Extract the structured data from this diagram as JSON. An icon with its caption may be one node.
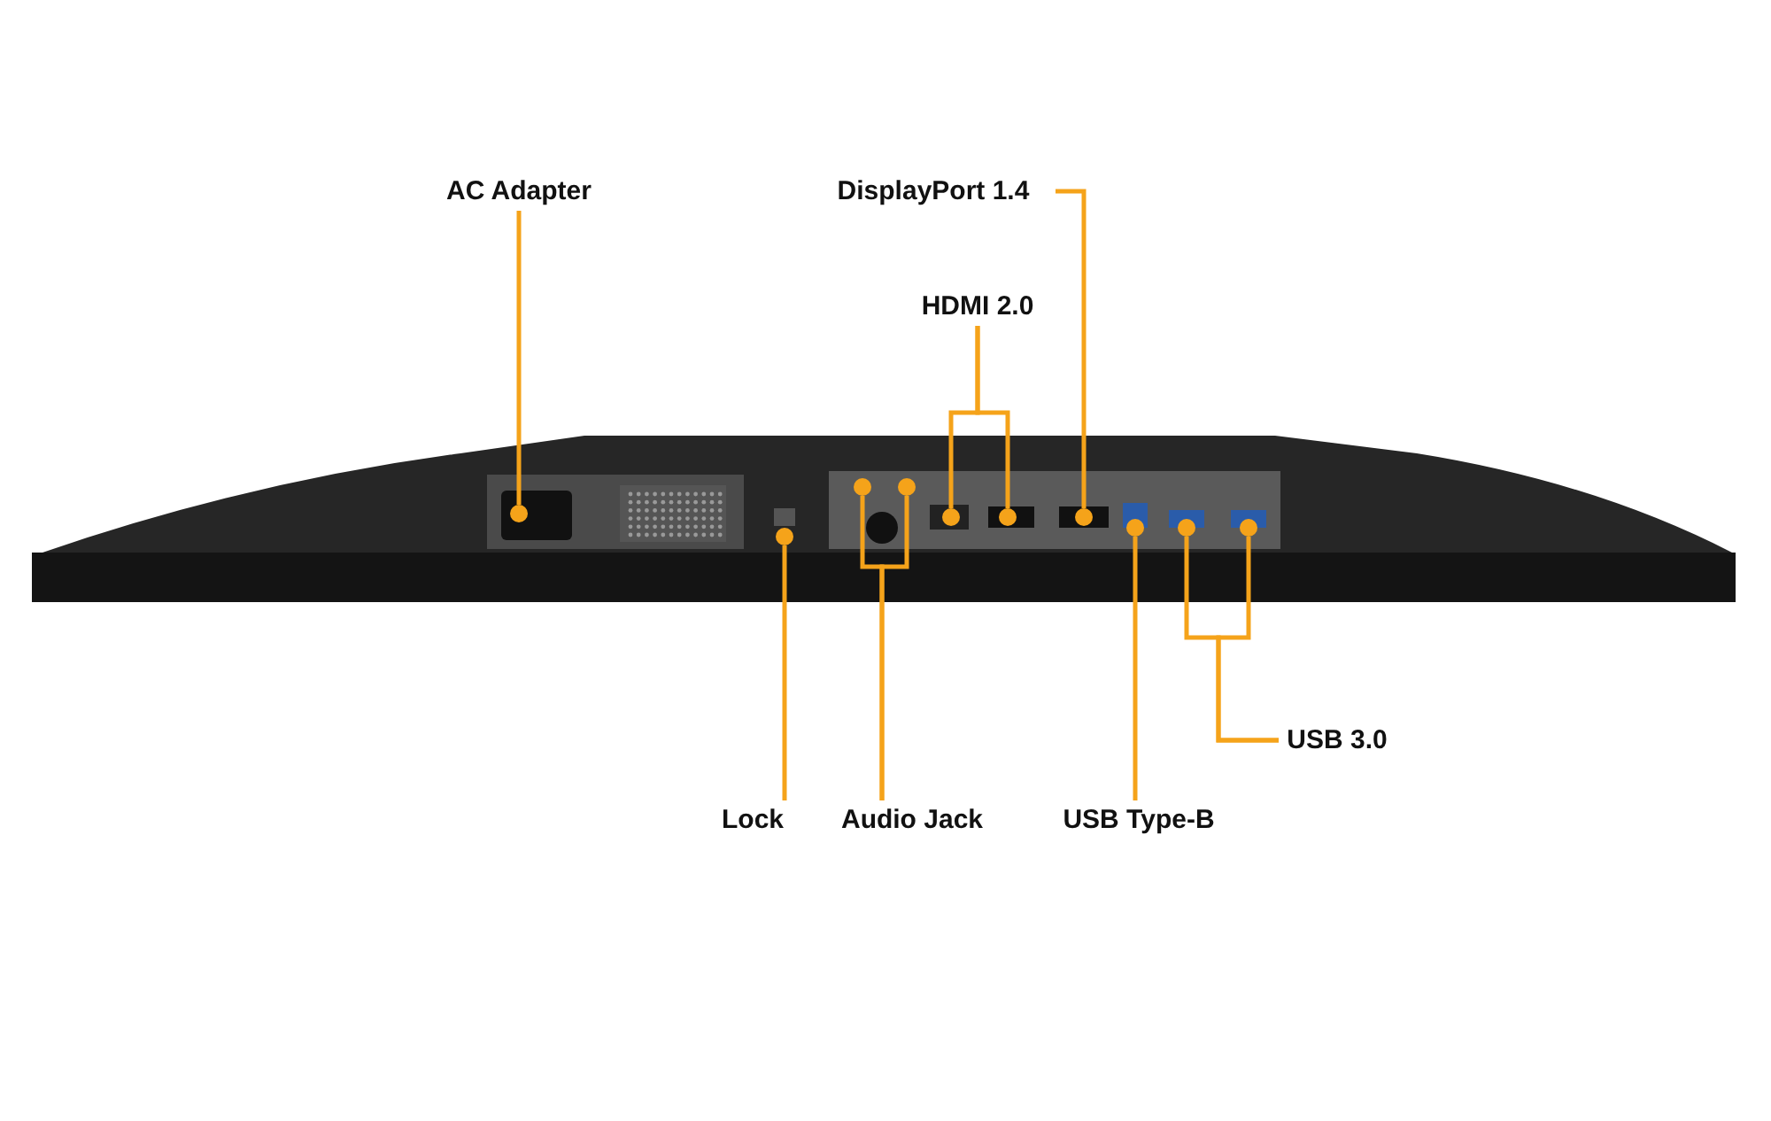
{
  "diagram": {
    "nodes": [
      {
        "text": [
          "AC Adapter"
        ]
      },
      {
        "text": [
          "DisplayPort 1.4"
        ]
      },
      {
        "text": [
          "HDMI 2.0"
        ]
      },
      {
        "text": [
          "Lock"
        ]
      },
      {
        "text": [
          "Audio Jack"
        ]
      },
      {
        "text": [
          "USB Type-B"
        ]
      },
      {
        "text": [
          "USB 3.0"
        ]
      },
      {
        "text": [],
        "shape": "circle"
      },
      {
        "text": [],
        "shape": "circle"
      },
      {
        "text": [],
        "shape": "circle"
      },
      {
        "text": [],
        "shape": "circle"
      },
      {
        "text": [],
        "shape": "circle"
      },
      {
        "text": [],
        "shape": "circle"
      },
      {
        "text": [],
        "shape": "circle"
      },
      {
        "text": [],
        "shape": "circle"
      },
      {
        "text": [],
        "shape": "circle"
      },
      {
        "text": [],
        "shape": "circle"
      }
    ],
    "edges": [
      {
        "from": 0,
        "to": 7,
        "arrow": "none"
      },
      {
        "from": 1,
        "to": 13,
        "arrow": "none"
      },
      {
        "from": 2,
        "to": 11,
        "arrow": "none"
      },
      {
        "from": 2,
        "to": 12,
        "arrow": "none"
      },
      {
        "from": 3,
        "to": 8,
        "arrow": "none"
      },
      {
        "from": 4,
        "to": 9,
        "arrow": "none"
      },
      {
        "from": 4,
        "to": 10,
        "arrow": "none"
      },
      {
        "from": 5,
        "to": 14,
        "arrow": "none"
      },
      {
        "from": 6,
        "to": 15,
        "arrow": "none"
      },
      {
        "from": 6,
        "to": 16,
        "arrow": "none"
      }
    ]
  }
}
